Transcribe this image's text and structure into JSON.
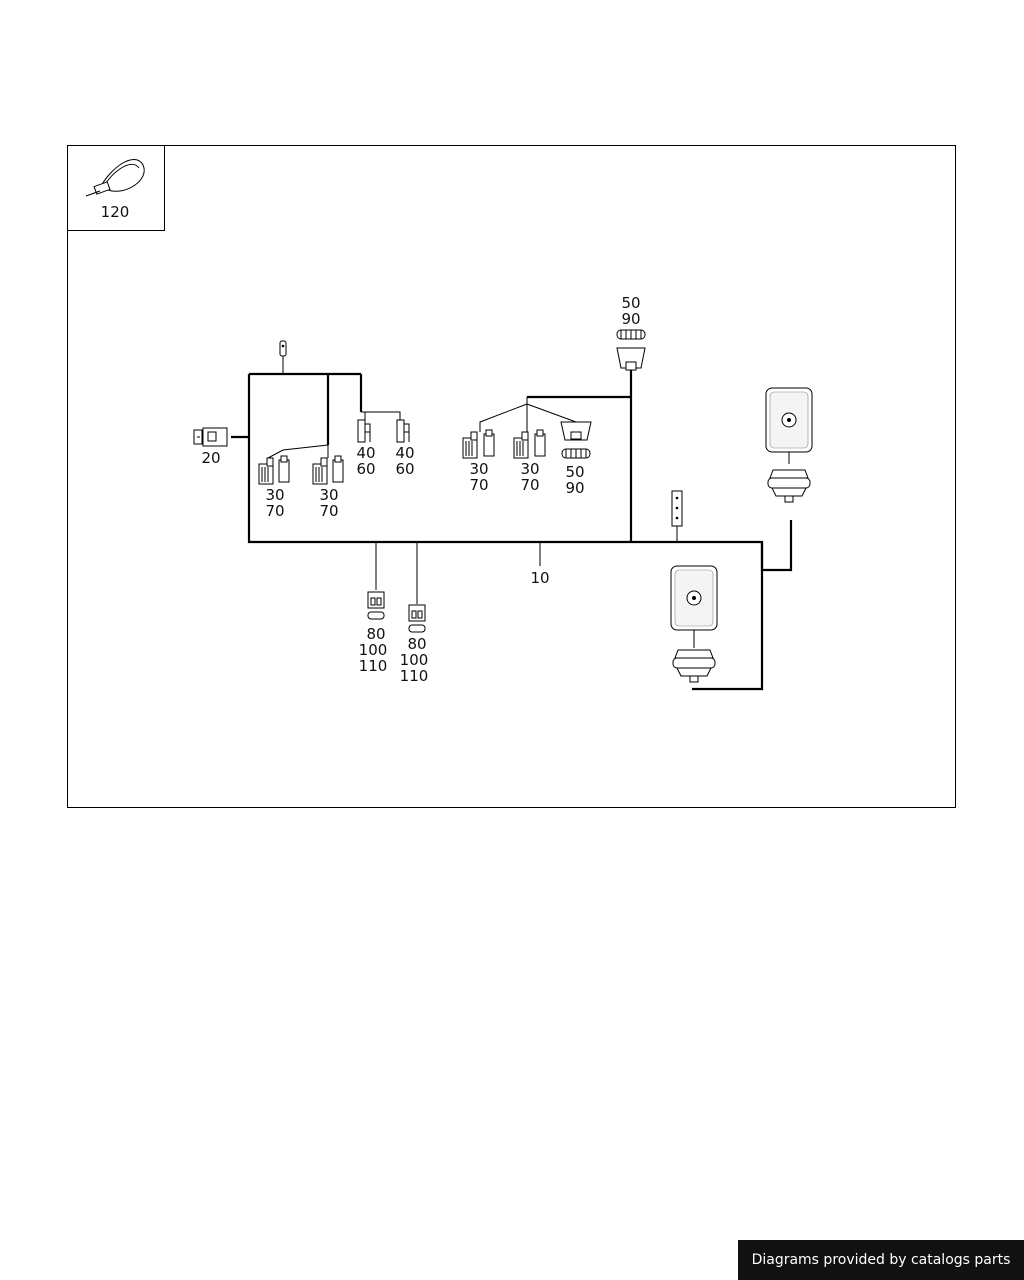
{
  "diagram": {
    "inset_label": "120",
    "labels": {
      "l20": "20",
      "l10": "10",
      "g1a": "30",
      "g1b": "70",
      "g2a": "30",
      "g2b": "70",
      "g3a": "40",
      "g3b": "60",
      "g4a": "40",
      "g4b": "60",
      "g5a": "30",
      "g5b": "70",
      "g6a": "30",
      "g6b": "70",
      "g7a": "50",
      "g7b": "90",
      "g8a": "50",
      "g8b": "90",
      "g9a": "80",
      "g9b": "100",
      "g9c": "110",
      "g10a": "80",
      "g10b": "100",
      "g10c": "110"
    }
  },
  "footer": {
    "text": "Diagrams provided by catalogs parts"
  }
}
